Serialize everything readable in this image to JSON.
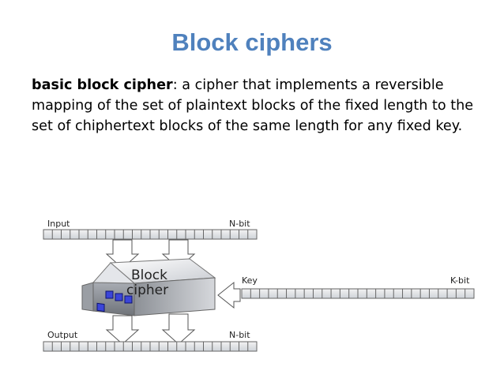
{
  "slide": {
    "title": "Block ciphers",
    "term": "basic block cipher",
    "definition": ": a cipher that implements a reversible mapping of the set of plaintext blocks of the fixed length to the set of chiphertext blocks of the same length for any fixed key."
  },
  "diagram": {
    "input_label": "Input",
    "input_bits": "N-bit",
    "block_line1": "Block",
    "block_line2": "cipher",
    "key_label": "Key",
    "key_bits": "K-bit",
    "output_label": "Output",
    "output_bits": "N-bit"
  },
  "colors": {
    "title": "#4f81bd",
    "block_cells": "#3b45d9"
  }
}
